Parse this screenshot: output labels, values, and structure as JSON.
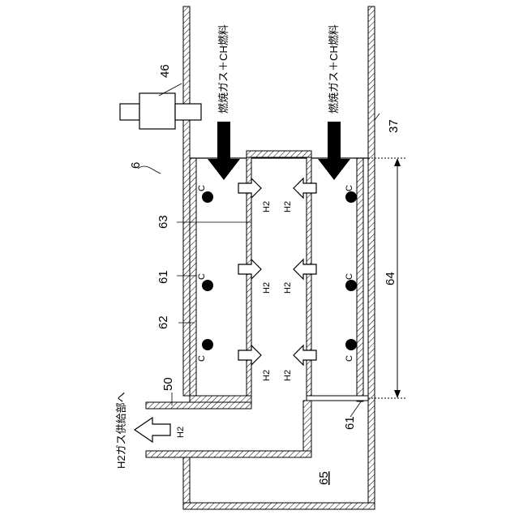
{
  "labels": {
    "ref_46": "46",
    "ref_6": "6",
    "ref_37": "37",
    "ref_63": "63",
    "ref_61_left": "61",
    "ref_62": "62",
    "ref_50": "50",
    "ref_61_bottom": "61",
    "ref_64": "64",
    "ref_65": "65"
  },
  "flows": {
    "fuel_left": "燃焼ガス＋CH燃料",
    "fuel_right": "燃焼ガス＋CH燃料",
    "h2_supply": "H2ガス供給部へ"
  },
  "catalyst_label": "C",
  "h2_label": "H2"
}
